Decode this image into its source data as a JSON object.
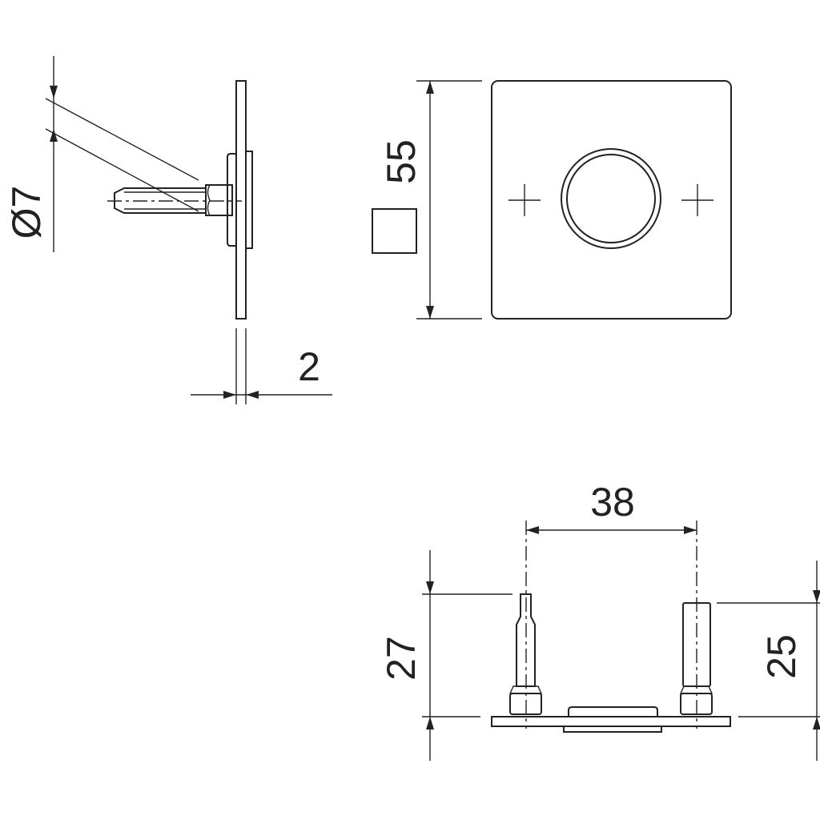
{
  "dimensions": {
    "pin_diameter": "Ø7",
    "plate_thickness": "2",
    "plate_size": "55",
    "pin_spacing": "38",
    "left_pin_height": "27",
    "right_pin_height": "25"
  },
  "colors": {
    "line": "#222222",
    "background": "#ffffff"
  }
}
